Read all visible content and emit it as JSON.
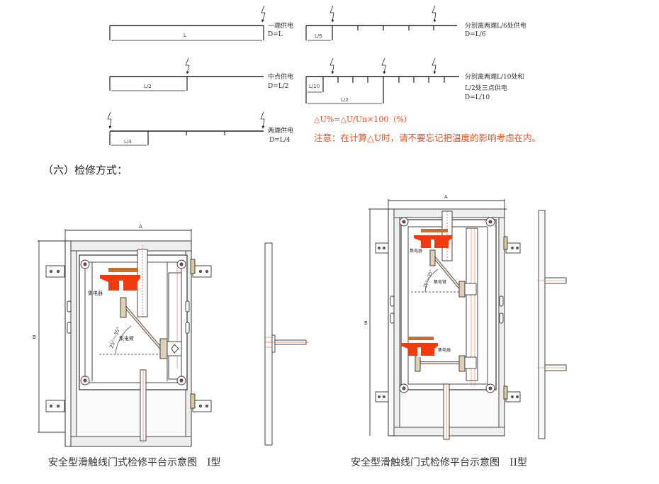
{
  "supply_diagrams": {
    "one_end": {
      "label": "一端供电",
      "formula": "D=L",
      "span": "L"
    },
    "midpoint": {
      "label": "中点供电",
      "formula": "D=L/2",
      "span": "L/2"
    },
    "both_ends": {
      "label": "两端供电",
      "formula": "D=L/4",
      "span": "L/4"
    },
    "sixth": {
      "label": "分别离两端L/6处供电",
      "formula": "D=L/6",
      "span": "L/6"
    },
    "tenth": {
      "label_line1": "分别离两端L/10处和",
      "label_line2": "L/2处三点供电",
      "formula": "D=L/10",
      "span_short": "L/10",
      "span_long": "L/2"
    }
  },
  "notes": {
    "formula": "△U%=△U/Un×100（%）",
    "warning": "注意：在计算△U时，请不要忘记把温度的影响考虑在内。",
    "color": "#f04a1a"
  },
  "section_heading": "（六）检修方式：",
  "figures": [
    {
      "caption": "安全型滑触线门式检修平台示意图　I型",
      "dim_a": "A",
      "dim_b": "B",
      "collector_label": "集电器",
      "arm_label": "集电臂",
      "angle_label": "25°～35°"
    },
    {
      "caption": "安全型滑触线门式检修平台示意图　II型",
      "dim_a": "A",
      "dim_b": "B",
      "collector_label": "集电器",
      "arm_label": "集电臂",
      "angle_label": "25°～35°",
      "collector_label_2": "集电器"
    }
  ],
  "colors": {
    "collector_red": "#f03a10",
    "collector_top": "#c8702a",
    "line": "#333333",
    "accent_line": "#e86a3a"
  }
}
